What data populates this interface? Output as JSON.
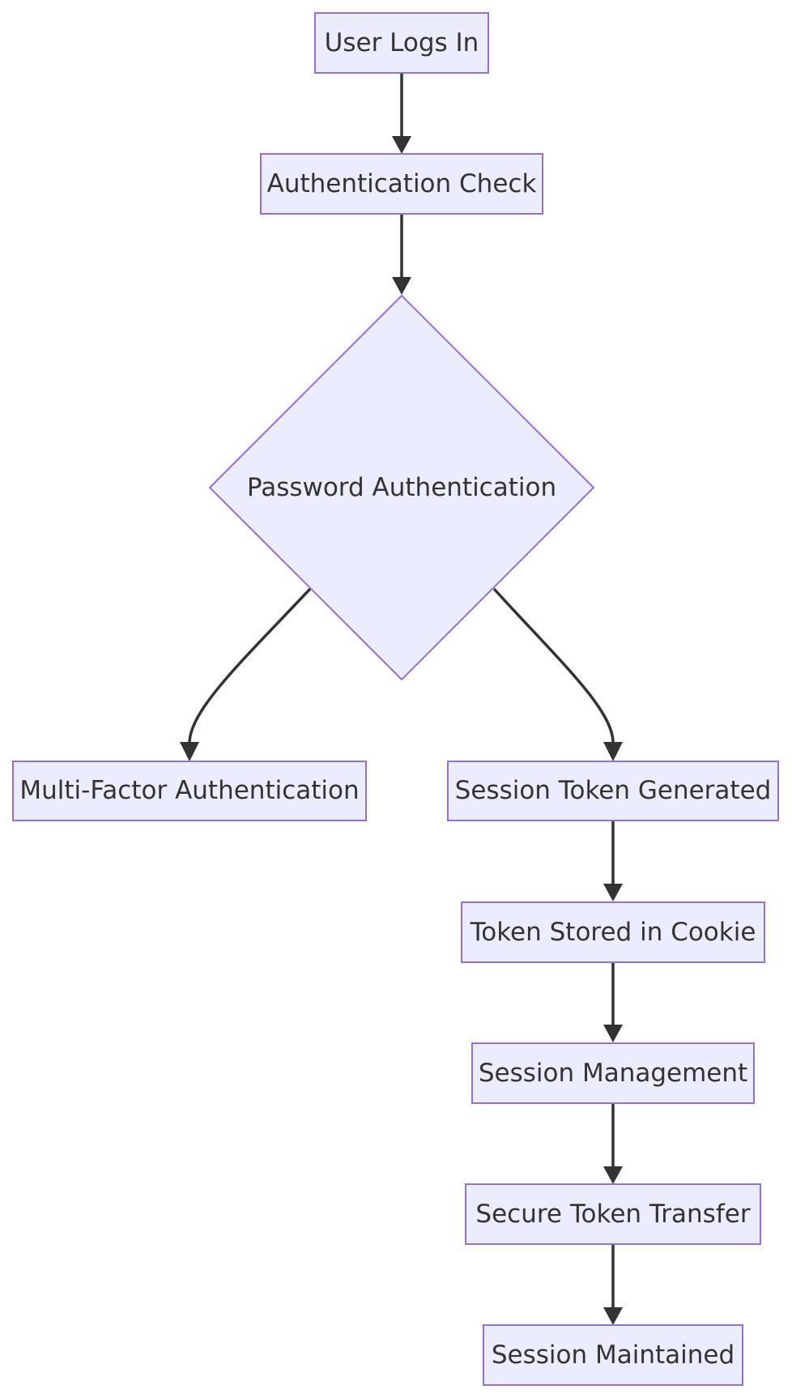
{
  "diagram": {
    "type": "flowchart",
    "colors": {
      "node_fill": "#ECECFF",
      "node_stroke": "#9370DB",
      "edge": "#333333",
      "text": "#333333",
      "background": "#ffffff"
    },
    "nodes": {
      "user_logs_in": "User Logs In",
      "authentication_check": "Authentication Check",
      "password_authentication": "Password Authentication",
      "multi_factor_authentication": "Multi-Factor Authentication",
      "session_token_generated": "Session Token Generated",
      "token_stored_in_cookie": "Token Stored in Cookie",
      "session_management": "Session Management",
      "secure_token_transfer": "Secure Token Transfer",
      "session_maintained": "Session Maintained"
    },
    "edges": [
      {
        "from": "user_logs_in",
        "to": "authentication_check"
      },
      {
        "from": "authentication_check",
        "to": "password_authentication"
      },
      {
        "from": "password_authentication",
        "to": "multi_factor_authentication"
      },
      {
        "from": "password_authentication",
        "to": "session_token_generated"
      },
      {
        "from": "session_token_generated",
        "to": "token_stored_in_cookie"
      },
      {
        "from": "token_stored_in_cookie",
        "to": "session_management"
      },
      {
        "from": "session_management",
        "to": "secure_token_transfer"
      },
      {
        "from": "secure_token_transfer",
        "to": "session_maintained"
      }
    ]
  }
}
